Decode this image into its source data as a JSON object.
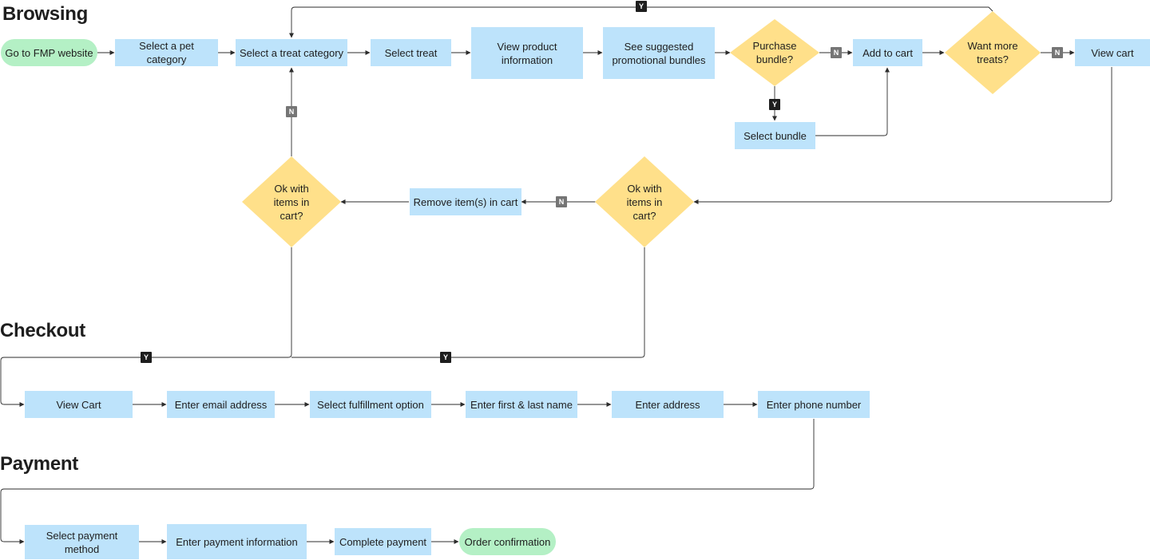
{
  "sections": {
    "browsing": "Browsing",
    "checkout": "Checkout",
    "payment": "Payment"
  },
  "nodes": {
    "go_to_fmp": "Go to FMP website",
    "select_pet_category": "Select a pet category",
    "select_treat_category": "Select a treat category",
    "select_treat": "Select treat",
    "view_product_info": "View product information",
    "see_bundles": "See suggested promotional bundles",
    "purchase_bundle": "Purchase bundle?",
    "add_to_cart": "Add to cart",
    "want_more_treats": "Want more treats?",
    "view_cart_browse": "View cart",
    "select_bundle": "Select bundle",
    "ok_items_right": "Ok with items in cart?",
    "remove_items": "Remove item(s) in cart",
    "ok_items_left": "Ok with items in cart?",
    "view_cart_checkout": "View Cart",
    "enter_email": "Enter email address",
    "select_fulfillment": "Select fulfillment option",
    "enter_name": "Enter first & last name",
    "enter_address": "Enter address",
    "enter_phone": "Enter phone number",
    "select_payment_method": "Select payment method",
    "enter_payment_info": "Enter payment information",
    "complete_payment": "Complete payment",
    "order_confirmation": "Order confirmation"
  },
  "badges": {
    "yes": "Y",
    "no": "N"
  },
  "colors": {
    "process": "#bde3fb",
    "terminal": "#b4f0c5",
    "decision": "#ffe08a",
    "yes_badge": "#1e1e1e",
    "no_badge": "#757575",
    "connector": "#2c2c2c"
  }
}
